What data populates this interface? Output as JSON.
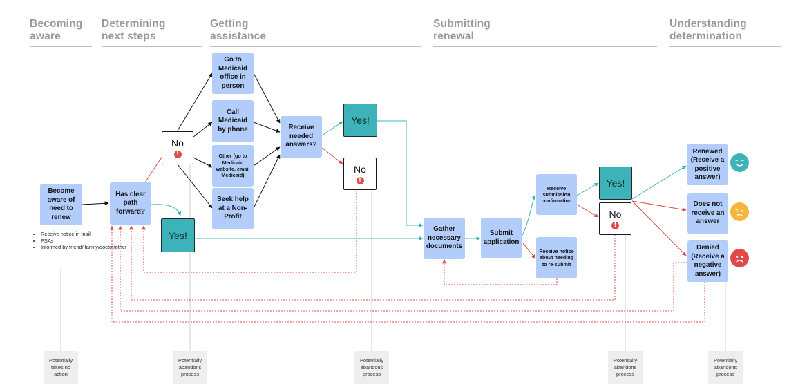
{
  "phases": {
    "becoming_aware": "Becoming aware",
    "determining_next_steps": "Determining next steps",
    "getting_assistance": "Getting assistance",
    "submitting_renewal": "Submitting renewal",
    "understanding_determination": "Understanding determination"
  },
  "steps": {
    "become_aware": "Become aware of need to renew",
    "has_clear_path": "Has clear path forward?",
    "go_to_office": "Go to Medicaid office in person",
    "call_medicaid": "Call Medicaid by phone",
    "other": "Other (go to Medicaid website, email Medicaid)",
    "seek_help": "Seek help at a Non-Profit",
    "receive_answers": "Receive needed answers?",
    "gather_documents": "Gather necessary documents",
    "submit_application": "Submit application",
    "receive_confirmation": "Receive submission confirmation",
    "receive_resubmit": "Receive notice about needing to re-submit",
    "renewed": "Renewed (Receive a positive answer)",
    "no_answer": "Does not receive an answer",
    "denied": "Denied (Receive a negative answer)"
  },
  "decisions": {
    "yes": "Yes!",
    "no": "No",
    "alert_glyph": "!"
  },
  "awareness_sources": [
    "Receive notice in mail",
    "PSAs",
    "Informed by friend/ family/doctor/other"
  ],
  "pain_points": {
    "no_action": "Potentially takes no action",
    "abandons": "Potentially abandons process"
  },
  "colors": {
    "step_fill": "#b3cdfa",
    "yes_fill": "#3db3b9",
    "positive_line": "#3db3b9",
    "negative_line": "#e04a4a",
    "neutral_line": "#111111",
    "happy_face": "#3db3b9",
    "neutral_face": "#f4b63f",
    "sad_face": "#e04a4a"
  }
}
